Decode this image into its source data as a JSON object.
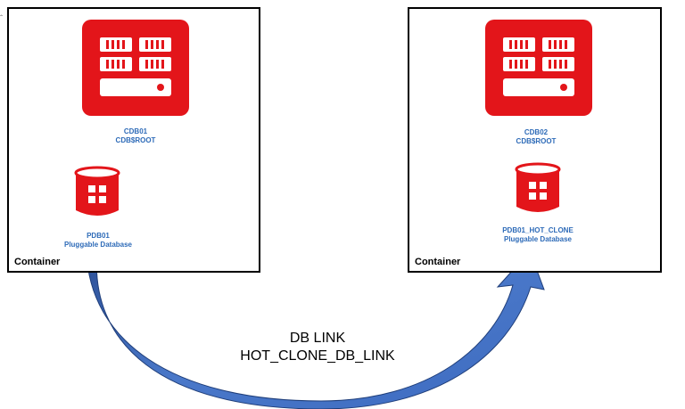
{
  "colors": {
    "icon_red": "#E3151A",
    "label_blue": "#2E6BB8",
    "arrow_blue": "#3F6EC0",
    "arrow_dark": "#1F3E7A",
    "border": "#000000"
  },
  "left_container": {
    "label": "Container",
    "cdb": {
      "line1": "CDB01",
      "line2": "CDB$ROOT",
      "icon": "server-icon"
    },
    "pdb": {
      "line1": "PDB01",
      "line2": "Pluggable Database",
      "icon": "database-icon"
    }
  },
  "right_container": {
    "label": "Container",
    "cdb": {
      "line1": "CDB02",
      "line2": "CDB$ROOT",
      "icon": "server-icon"
    },
    "pdb": {
      "line1": "PDB01_HOT_CLONE",
      "line2": "Pluggable Database",
      "icon": "database-icon"
    }
  },
  "link": {
    "line1": "DB LINK",
    "line2": "HOT_CLONE_DB_LINK",
    "icon": "curved-arrow"
  }
}
